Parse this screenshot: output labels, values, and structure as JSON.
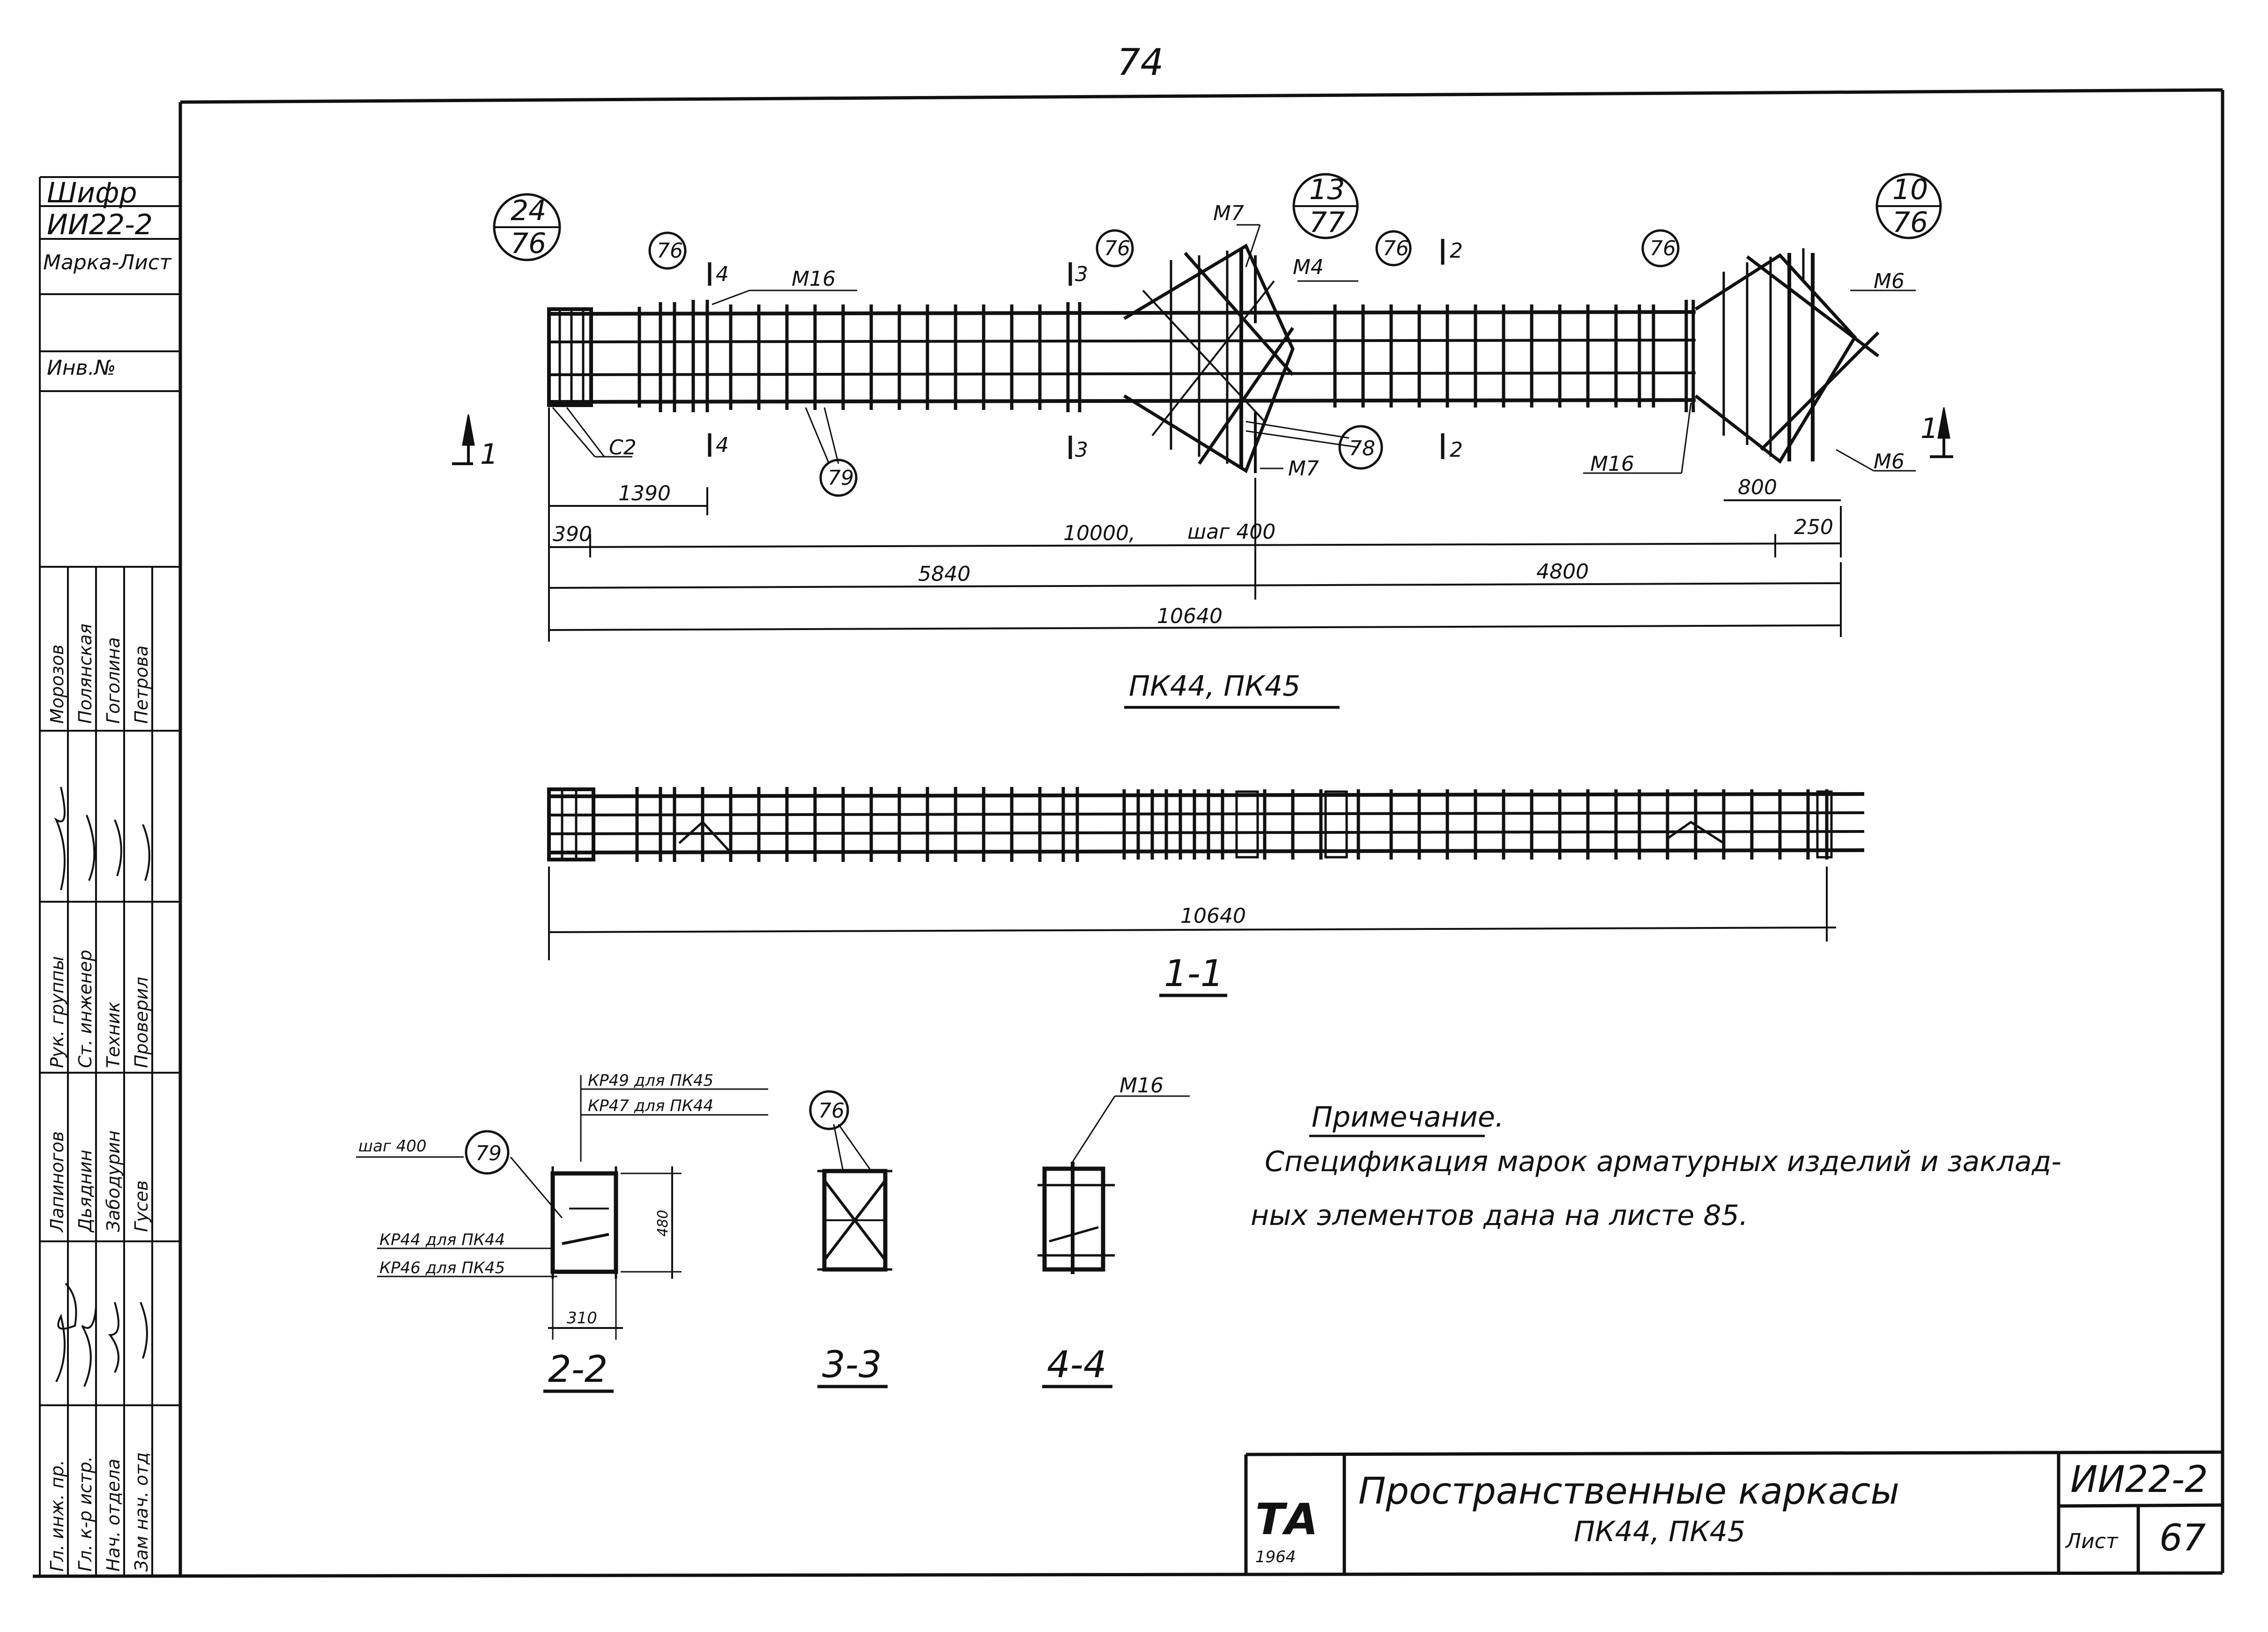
{
  "page_number": "74",
  "side_stamp": {
    "cipher_label": "Шифр",
    "cipher_value": "ИИ22-2",
    "mark_sheet_label": "Марка-Лист",
    "inv_label": "Инв.№",
    "roles": [
      "Гл. инж. пр.",
      "Гл. к-р  истр.",
      "Нач. отдела",
      "Зам нач. отд"
    ],
    "roles2": [
      "Рук. группы",
      "Ст. инженер",
      "Техник",
      "Проверил"
    ],
    "names": [
      "Лапиногов",
      "Дьяднин",
      "Забодурин",
      "Гусев"
    ],
    "names2": [
      "Морозов",
      "Полянская",
      "Гоголина",
      "Петрова"
    ]
  },
  "main_view": {
    "title": "ПК44, ПК45",
    "node_refs": [
      {
        "top": "24",
        "bottom": "76"
      },
      {
        "top": "13",
        "bottom": "77"
      },
      {
        "top": "10",
        "bottom": "76"
      }
    ],
    "detail_refs": [
      "76",
      "76",
      "76",
      "76",
      "78",
      "79"
    ],
    "section_marks": [
      "1",
      "1",
      "2",
      "2",
      "3",
      "3",
      "4",
      "4"
    ],
    "labels": [
      "М16",
      "М7",
      "М7",
      "М4",
      "М6",
      "М6",
      "М16",
      "С2"
    ],
    "dims": {
      "d1390": "1390",
      "d390": "390",
      "d10000": "10000,",
      "step": "шаг 400",
      "d250": "250",
      "d800": "800",
      "d5840": "5840",
      "d4800": "4800",
      "d10640": "10640"
    }
  },
  "section_1_1": {
    "title": "1-1",
    "dim": "10640"
  },
  "section_2_2": {
    "title": "2-2",
    "step_label": "шаг 400",
    "ref": "79",
    "labels": [
      "КР49 для ПК45",
      "КР47 для ПК44",
      "КР44 для ПК44",
      "КР46 для ПК45"
    ],
    "height": "480",
    "width": "310"
  },
  "section_3_3": {
    "title": "3-3",
    "ref": "76"
  },
  "section_4_4": {
    "title": "4-4",
    "label": "М16"
  },
  "note": {
    "heading": "Примечание.",
    "line1": "Спецификация марок арматурных изделий и заклад-",
    "line2": "ных элементов дана на листе 85."
  },
  "title_block": {
    "logo": "ТА",
    "year": "1964",
    "title_line1": "Пространственные каркасы",
    "title_line2": "ПК44, ПК45",
    "code": "ИИ22-2",
    "sheet_label": "Лист",
    "sheet_number": "67"
  },
  "colors": {
    "ink": "#111111",
    "paper": "#ffffff"
  }
}
